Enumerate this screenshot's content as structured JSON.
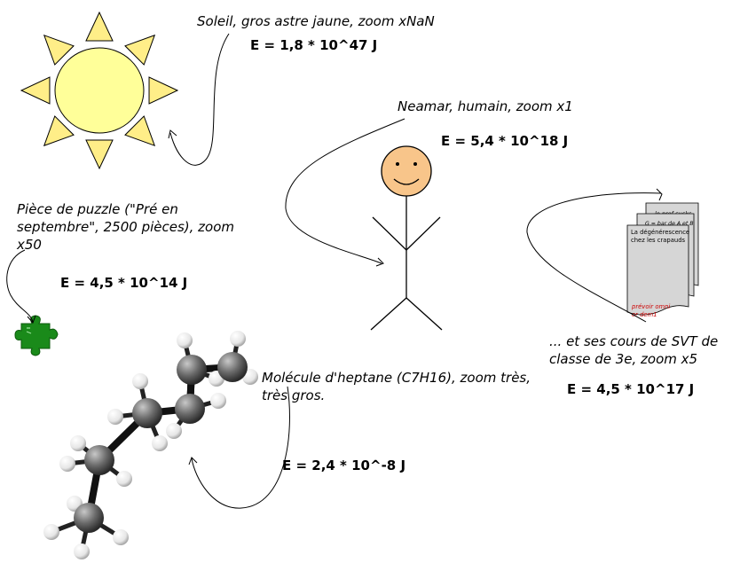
{
  "sun": {
    "caption": "Soleil, gros astre jaune, zoom xNaN",
    "energy": "E = 1,8 * 10^47 J",
    "fill": "#ffff99",
    "ray_fill": "#ffee88"
  },
  "human": {
    "caption": "Neamar, humain, zoom x1",
    "energy": "E = 5,4 * 10^18 J",
    "face_fill": "#f8c58a"
  },
  "puzzle": {
    "caption": "Pièce de puzzle (\"Pré en septembre\", 2500 pièces), zoom x50",
    "energy": "E = 4,5 * 10^14 J",
    "fill": "#1a8a1a"
  },
  "docs": {
    "caption": "... et ses cours de SVT de classe de 3e, zoom x5",
    "energy": "E = 4,5 * 10^17 J",
    "page_back_text": "le prof sucks",
    "page_mid_text": "G = bar de A et B",
    "page_front_text": "La dégénérescence chez les crapauds",
    "page_front_red": "prévoir omni or dem1",
    "paper_fill": "#d6d6d6",
    "red": "#cc0000"
  },
  "molecule": {
    "caption": "Molécule d'heptane (C7H16), zoom très, très gros.",
    "energy": "E = 2,4 * 10^-8 J",
    "carbon_color": "#555555",
    "hydrogen_color": "#ececec"
  }
}
